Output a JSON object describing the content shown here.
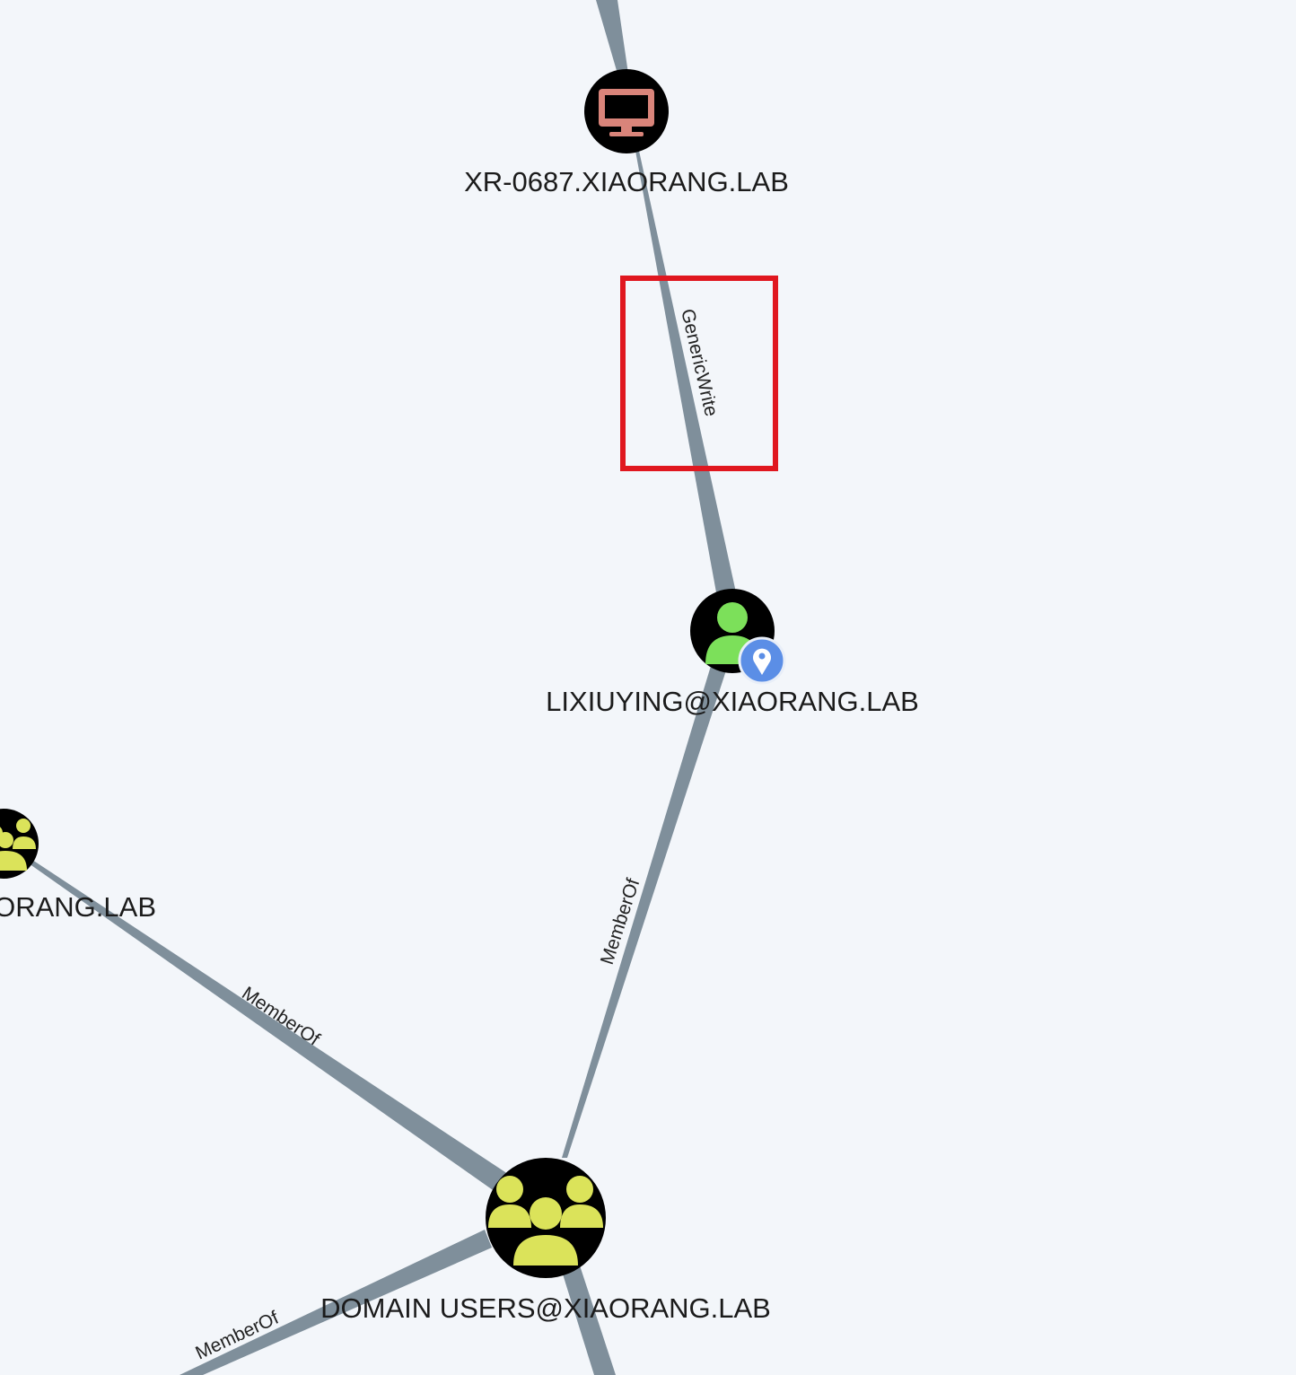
{
  "colors": {
    "background": "#f3f6fa",
    "edge": "#7f8f9b",
    "node_background": "#000000",
    "computer_icon": "#d9847a",
    "user_icon": "#7ce05a",
    "group_icon": "#dbe35a",
    "owned_marker": "#5b8ee6",
    "highlight_box": "#e0171f"
  },
  "nodes": {
    "computer": {
      "label": "XR-0687.XIAORANG.LAB",
      "icon": "computer-icon"
    },
    "user": {
      "label": "LIXIUYING@XIAORANG.LAB",
      "icon": "user-icon",
      "marker": "map-pin-icon"
    },
    "domain_users": {
      "label": "DOMAIN USERS@XIAORANG.LAB",
      "icon": "group-icon"
    },
    "left_group": {
      "label": "AORANG.LAB",
      "icon": "group-icon"
    }
  },
  "edges": {
    "user_to_computer": {
      "label": "GenericWrite"
    },
    "user_to_domain_users": {
      "label": "MemberOf"
    },
    "left_group_to_domain_users": {
      "label": "MemberOf"
    },
    "bottom_left": {
      "label": "MemberOf"
    }
  }
}
